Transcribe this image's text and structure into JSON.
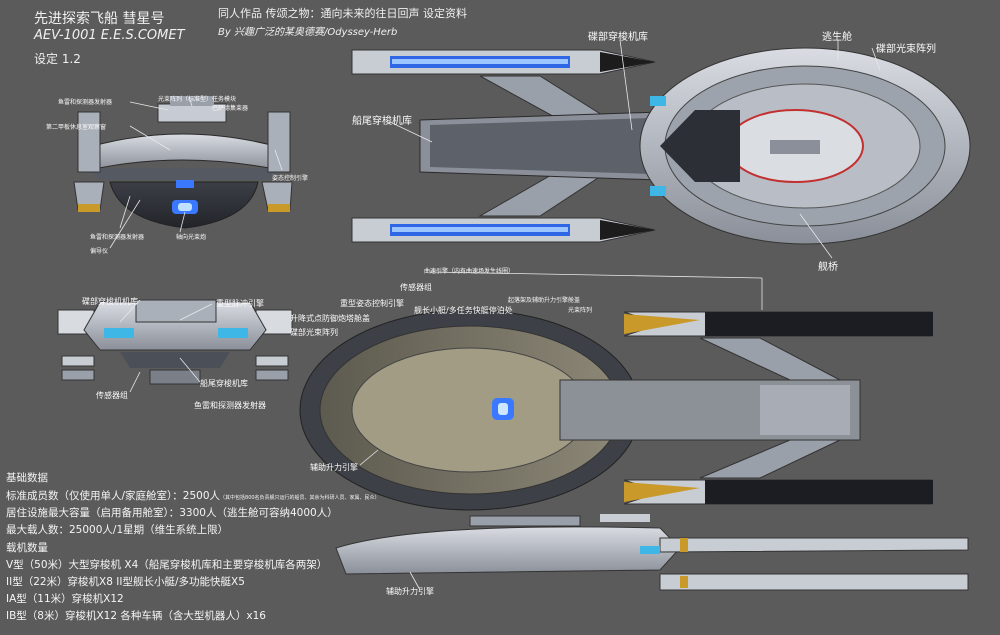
{
  "title": {
    "line1": "先进探索飞船 彗星号",
    "line2": "AEV-1001 E.E.S.COMET",
    "line3": "设定 1.2"
  },
  "header": {
    "line1": "同人作品 传颂之物：通向未来的往日回声 设定资料",
    "line2": "By 兴趣广泛的某奥德赛/Odyssey-Herb"
  },
  "front_view_labels": {
    "torpedo_upper": "鱼雷和探测器发射器",
    "beam_array": "光束阵列",
    "beam_array_note": "（标准型）",
    "mission_module": "任务模块",
    "deflector_array": "巴萨德集束器",
    "deck2_lounge": "第二甲板休息室观察窗",
    "rcs_thruster": "姿态控制引擎",
    "torpedo_lower": "鱼雷和探测器发射器",
    "deflector": "偏导仪",
    "axial_phaser": "轴向光束炮"
  },
  "top_view_labels": {
    "saucer_shuttlebay": "碟部穿梭机库",
    "escape_pods": "逃生舱",
    "saucer_phaser": "碟部光束阵列",
    "aft_shuttlebay": "船尾穿梭机库",
    "bridge": "舰桥",
    "warp_nacelle": "曲速引擎（内有曲速场发生线圈）"
  },
  "rear_view_labels": {
    "saucer_shuttlebay": "碟部穿梭机机库",
    "heavy_impulse": "重型脉冲引擎",
    "sensor_cluster": "传感器组",
    "aft_shuttlebay": "船尾穿梭机库",
    "torpedo_aft": "鱼雷和探测器发射器"
  },
  "bottom_view_labels": {
    "sensor_cluster": "传感器组",
    "heavy_rcs": "重型姿态控制引擎",
    "retract_turret": "升降式点防御炮塔舱盖",
    "saucer_phaser": "碟部光束阵列",
    "captains_yacht": "舰长小艇/多任务快艇停泊处",
    "landing_gear": "起落架及辅助升力引擎舱盖",
    "beam_array": "光束阵列",
    "aux_lift": "辅助升力引擎"
  },
  "side_view_labels": {
    "aux_lift": "辅助升力引擎"
  },
  "specs": {
    "heading": "基础数据",
    "crew": "标准成员数（仅使用单人/家庭舱室）：2500人",
    "crew_note": "（其中包括800名负责舰只运行的船员、其余为科研人员、家属、民众）",
    "capacity": "居住设施最大容量（启用备用舱室）：3300人（逃生舱可容纳4000人）",
    "max_load": "最大载人数：25000人/1星期（维生系统上限）",
    "craft_heading": "载机数量",
    "type_v": "V型（50米）大型穿梭机 X4（船尾穿梭机库和主要穿梭机库各两架）",
    "type_ii": "II型（22米）穿梭机X8 II型舰长小艇/多功能快艇X5",
    "type_ia": "IA型（11米）穿梭机X12",
    "type_ib": "IB型（8米）穿梭机X12 各种车辆（含大型机器人）x16"
  },
  "colors": {
    "background": "#5b5b5b",
    "hull": "#b8bcc4",
    "nacelle_glow": "#3a78ff",
    "nacelle_tip": "#c99a2a",
    "trim": "#c23030"
  }
}
